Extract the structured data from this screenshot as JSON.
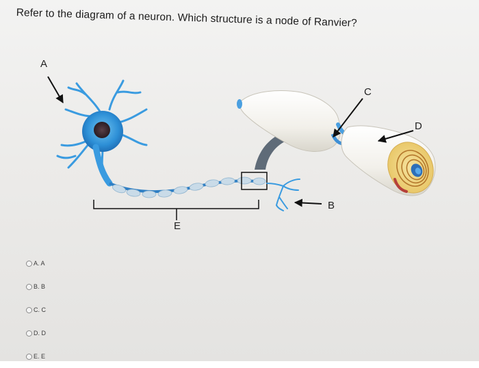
{
  "question": {
    "text": "Refer to the diagram of a neuron. Which structure is a node of Ranvier?"
  },
  "diagram": {
    "labels": {
      "a": "A",
      "b": "B",
      "c": "C",
      "d": "D",
      "e": "E"
    }
  },
  "options": [
    {
      "label": "A. A"
    },
    {
      "label": "B. B"
    },
    {
      "label": "C. C"
    },
    {
      "label": "D. D"
    },
    {
      "label": "E. E"
    }
  ]
}
